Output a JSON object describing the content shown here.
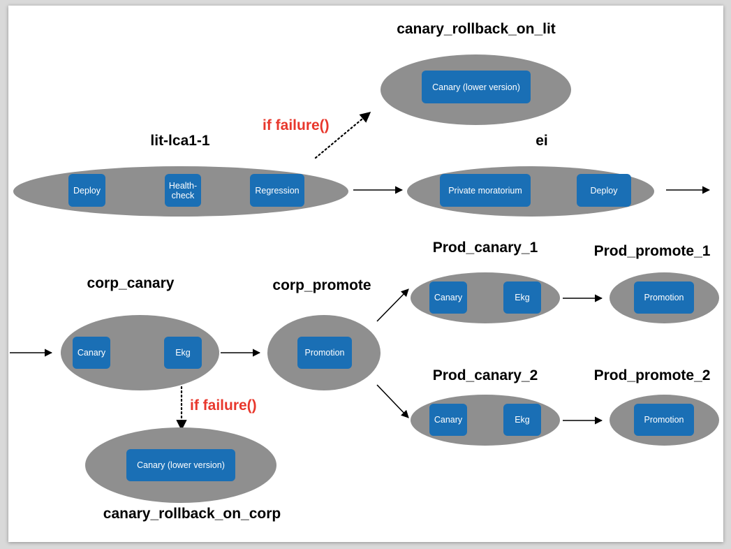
{
  "colors": {
    "slide_bg": "#ffffff",
    "stage_fill": "#8f8f8f",
    "task_box_fill": "#1a6fb5",
    "task_text": "#ffffff",
    "failure_text": "#e8372c",
    "arrow": "#000000"
  },
  "stages": {
    "canary_rollback_on_lit": {
      "title": "canary_rollback_on_lit",
      "tasks": [
        "Canary (lower version)"
      ]
    },
    "lit_lca1_1": {
      "title": "lit-lca1-1",
      "tasks": [
        "Deploy",
        "Health-\ncheck",
        "Regression"
      ]
    },
    "ei": {
      "title": "ei",
      "tasks": [
        "Private moratorium",
        "Deploy"
      ]
    },
    "corp_canary": {
      "title": "corp_canary",
      "tasks": [
        "Canary",
        "Ekg"
      ]
    },
    "corp_promote": {
      "title": "corp_promote",
      "tasks": [
        "Promotion"
      ]
    },
    "prod_canary_1": {
      "title": "Prod_canary_1",
      "tasks": [
        "Canary",
        "Ekg"
      ]
    },
    "prod_promote_1": {
      "title": "Prod_promote_1",
      "tasks": [
        "Promotion"
      ]
    },
    "prod_canary_2": {
      "title": "Prod_canary_2",
      "tasks": [
        "Canary",
        "Ekg"
      ]
    },
    "prod_promote_2": {
      "title": "Prod_promote_2",
      "tasks": [
        "Promotion"
      ]
    },
    "canary_rollback_on_corp": {
      "title": "canary_rollback_on_corp",
      "tasks": [
        "Canary (lower version)"
      ]
    }
  },
  "conditions": {
    "lit_failure": "if failure()",
    "corp_failure": "if failure()"
  }
}
